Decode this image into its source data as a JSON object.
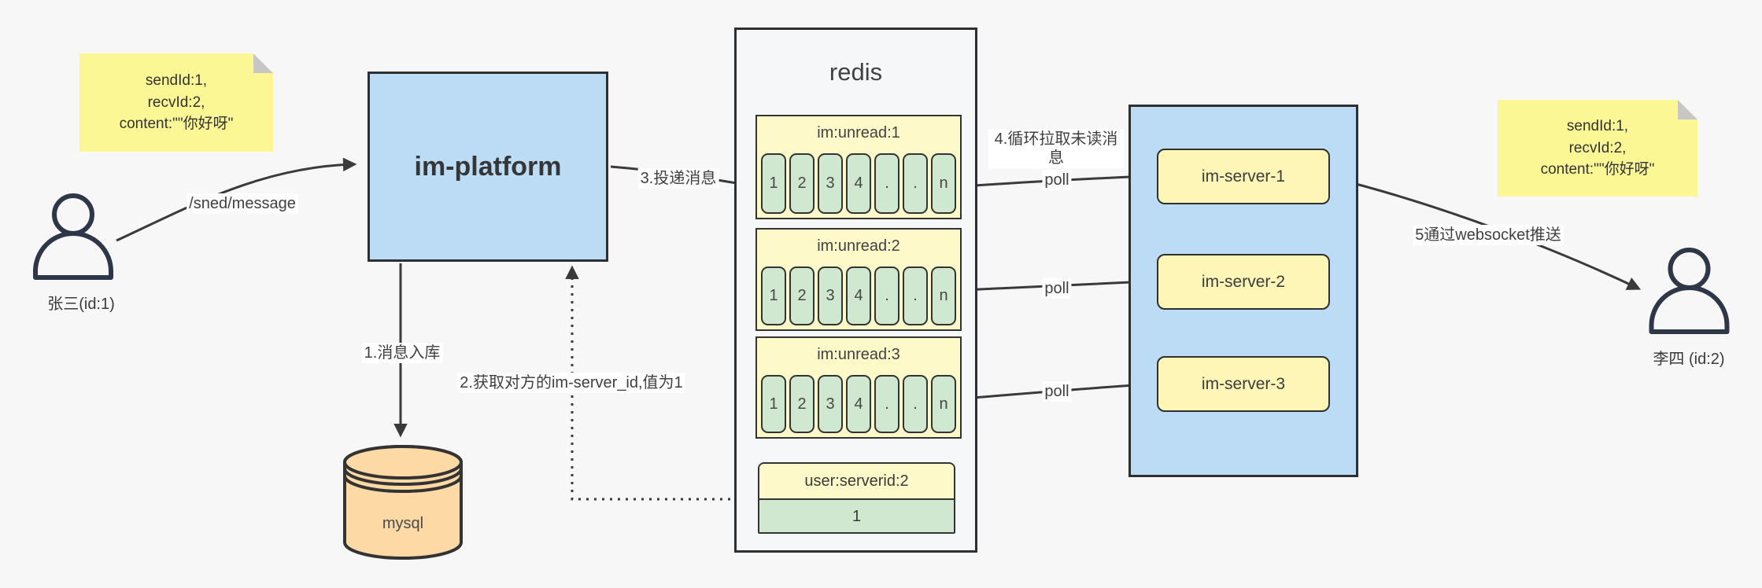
{
  "colors": {
    "box_blue": "#bcdcf6",
    "note_yellow": "#fcf795",
    "queue_yellow": "#fdf9c9",
    "cell_green": "#cfe8cf",
    "server_yellow": "#fdf6b7",
    "db_orange": "#fcd9a5",
    "line_dark": "#3a3a3a"
  },
  "notes": {
    "left": {
      "lines": [
        "sendId:1,",
        "recvId:2,",
        "content:\"\"你好呀\""
      ]
    },
    "right": {
      "lines": [
        "sendId:1,",
        "recvId:2,",
        "content:\"\"你好呀\""
      ]
    }
  },
  "actors": {
    "sender": {
      "label": "张三(id:1)"
    },
    "receiver": {
      "label": "李四 (id:2)"
    }
  },
  "platform": {
    "label": "im-platform"
  },
  "database": {
    "label": "mysql"
  },
  "redis": {
    "title": "redis",
    "queues": [
      {
        "header": "im:unread:1",
        "cells": [
          "1",
          "2",
          "3",
          "4",
          ".",
          ".",
          "n"
        ]
      },
      {
        "header": "im:unread:2",
        "cells": [
          "1",
          "2",
          "3",
          "4",
          ".",
          ".",
          "n"
        ]
      },
      {
        "header": "im:unread:3",
        "cells": [
          "1",
          "2",
          "3",
          "4",
          ".",
          ".",
          "n"
        ]
      }
    ],
    "kv": {
      "header": "user:serverid:2",
      "value": "1"
    }
  },
  "servers": [
    {
      "label": "im-server-1"
    },
    {
      "label": "im-server-2"
    },
    {
      "label": "im-server-3"
    }
  ],
  "edges": {
    "send": "/sned/message",
    "step1": "1.消息入库",
    "step2": "2.获取对方的im-server_id,值为1",
    "step3": "3.投递消息",
    "step4": "4.循环拉取未读消息",
    "poll": "poll",
    "step5": "5通过websocket推送"
  }
}
